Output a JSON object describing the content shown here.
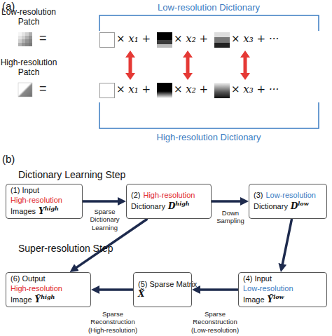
{
  "diagram": {
    "nodes": [
      {
        "text": [
          "(1) Input",
          "High-resolution",
          "Images",
          "Y",
          "high"
        ]
      },
      {
        "text": [
          "(2)",
          "High-resolution",
          "Dictionary",
          "D",
          "high"
        ]
      },
      {
        "text": [
          "(3)",
          "Low-resolution",
          "Dictionary",
          "D",
          "low"
        ]
      },
      {
        "text": [
          "(6) Output",
          "High-resolution",
          "Image",
          "Ŷ",
          "high"
        ]
      },
      {
        "text": [
          "(5) Sparse Matrix",
          "X̃"
        ]
      },
      {
        "text": [
          "(4) Input",
          "Low-resolution",
          "Image",
          "Ȳ",
          "low"
        ]
      }
    ],
    "edges": [
      {
        "from": 0,
        "to": 1,
        "arrow": "to",
        "label": "Sparse Dictionary Learning"
      },
      {
        "from": 1,
        "to": 2,
        "arrow": "to",
        "label": "Down Sampling"
      },
      {
        "from": 2,
        "to": 5,
        "arrow": "to"
      },
      {
        "from": 5,
        "to": 4,
        "arrow": "to",
        "label": "Sparse Reconstruction (Low-resolution)"
      },
      {
        "from": 4,
        "to": 3,
        "arrow": "to",
        "label": "Sparse Reconstruction (High-resolution)"
      },
      {
        "from": 1,
        "to": 3,
        "arrow": "to"
      }
    ],
    "labels": [
      "(a)",
      "Low-resolution Dictionary",
      "Low-resolution Patch",
      "=",
      "× x₁ +",
      "× x₂ +",
      "× x₃ + ···",
      "High-resolution Patch",
      "=",
      "× x₁ +",
      "× x₂ +",
      "× x₃ + ···",
      "High-resolution Dictionary",
      "(b)",
      "Dictionary Learning Step",
      "Super-resolution Step"
    ]
  }
}
